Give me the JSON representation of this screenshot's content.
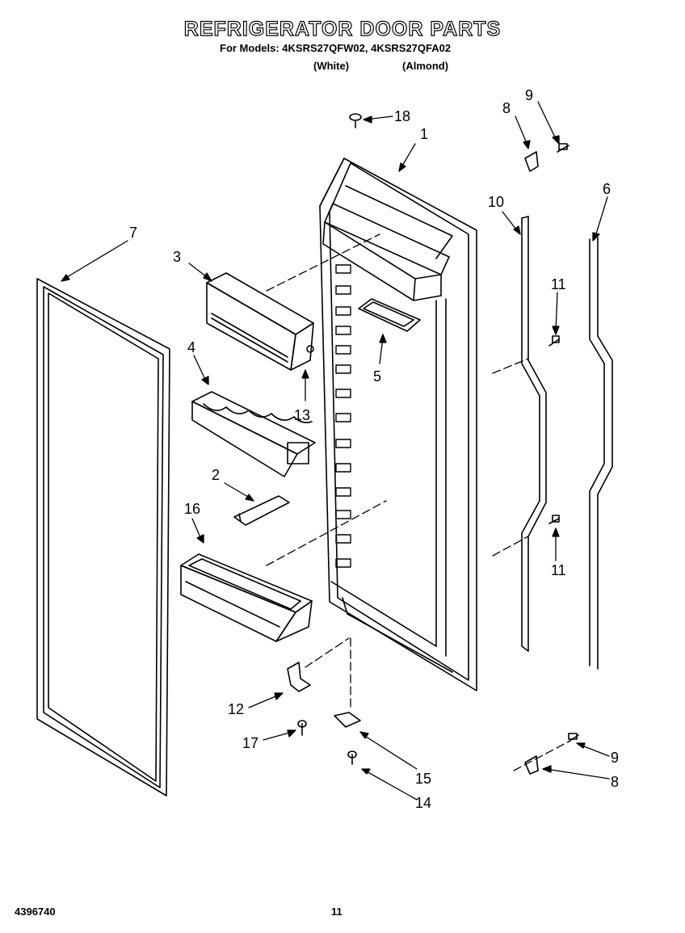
{
  "title": "REFRIGERATOR DOOR PARTS",
  "subtitle": "For Models: 4KSRS27QFW02, 4KSRS27QFA02",
  "variants": [
    "(White)",
    "(Almond)"
  ],
  "callouts": [
    "1",
    "2",
    "3",
    "4",
    "5",
    "6",
    "7",
    "8",
    "9",
    "10",
    "11",
    "12",
    "13",
    "14",
    "15",
    "16",
    "17",
    "18"
  ],
  "footer": {
    "doc_number": "4396740",
    "page": "11"
  }
}
